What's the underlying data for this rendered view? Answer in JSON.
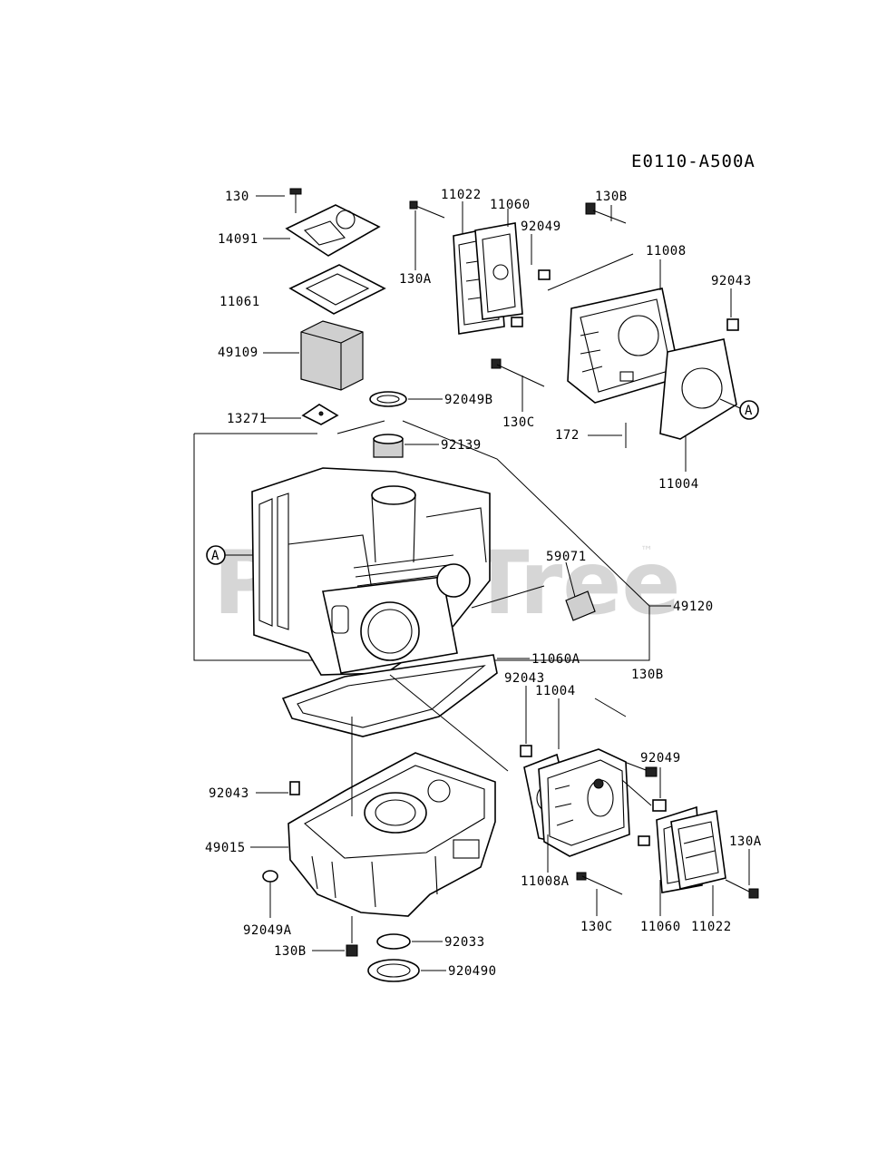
{
  "diagram_code": "E0110-A500A",
  "watermark": {
    "text": "PartsTree",
    "trademark": "™"
  },
  "callout_letter": "A",
  "labels": {
    "p130": "130",
    "p14091": "14091",
    "p11061": "11061",
    "p49109": "49109",
    "p13271": "13271",
    "p11022_top": "11022",
    "p11060_top": "11060",
    "p92049_top": "92049",
    "p130A_top": "130A",
    "p130B_top": "130B",
    "p11008": "11008",
    "p92043_top": "92043",
    "p130C_top": "130C",
    "p172": "172",
    "p11004_top": "11004",
    "p92049B": "92049B",
    "p92139": "92139",
    "p59071": "59071",
    "p49120": "49120",
    "p11060A": "11060A",
    "p92043_mid": "92043",
    "p11004_mid": "11004",
    "p130B_mid": "130B",
    "p92049_mid": "92049",
    "p130A_bot": "130A",
    "p92043_left": "92043",
    "p49015": "49015",
    "p92049A": "92049A",
    "p130B_bot": "130B",
    "p92033": "92033",
    "p92049C": "920490",
    "p11008A": "11008A",
    "p130C_bot": "130C",
    "p11060_bot": "11060",
    "p11022_bot": "11022"
  }
}
